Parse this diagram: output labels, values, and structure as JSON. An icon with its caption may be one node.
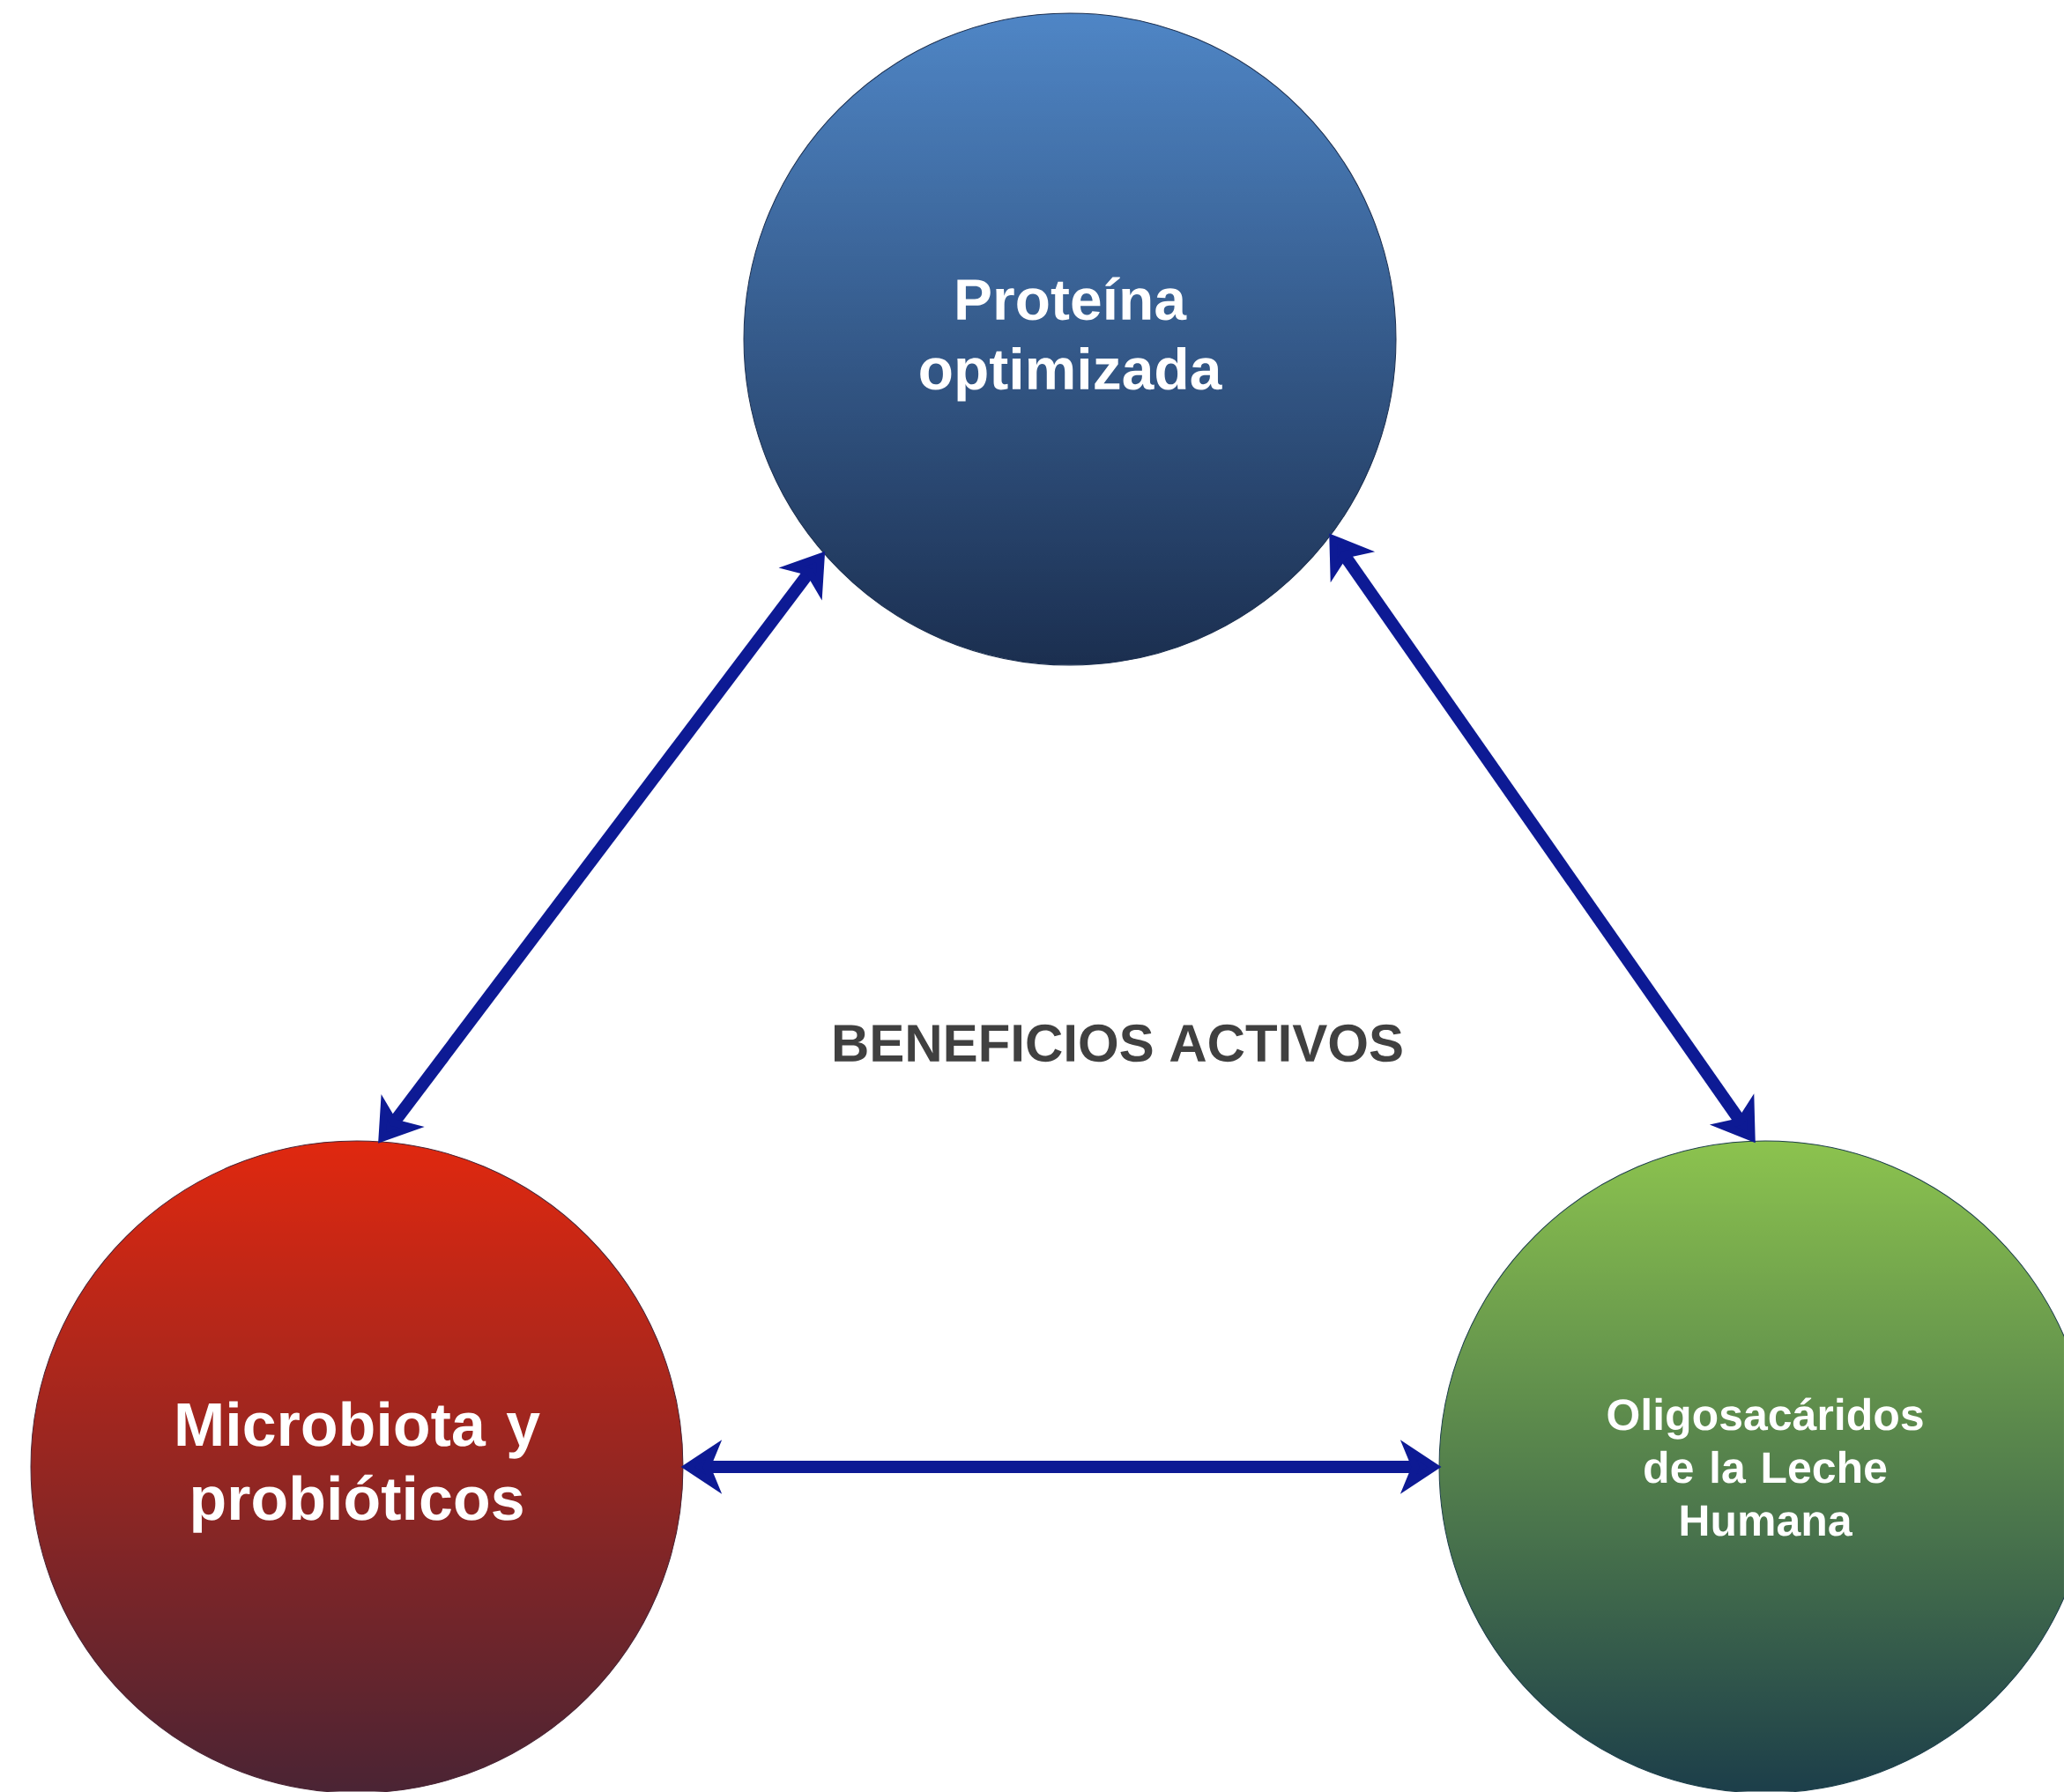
{
  "diagram": {
    "nodes": [
      {
        "text": [
          "Proteína optimizada"
        ]
      },
      {
        "text": [
          "Microbiota y probióticos"
        ]
      },
      {
        "text": [
          "Oligosacáridos de la Leche Humana"
        ]
      }
    ],
    "edges": [
      {
        "from": 0,
        "to": 1,
        "arrow": "both"
      },
      {
        "from": 0,
        "to": 2,
        "arrow": "both"
      },
      {
        "from": 1,
        "to": 2,
        "arrow": "both"
      }
    ],
    "labels": [
      "BENEFICIOS ACTIVOS"
    ]
  }
}
